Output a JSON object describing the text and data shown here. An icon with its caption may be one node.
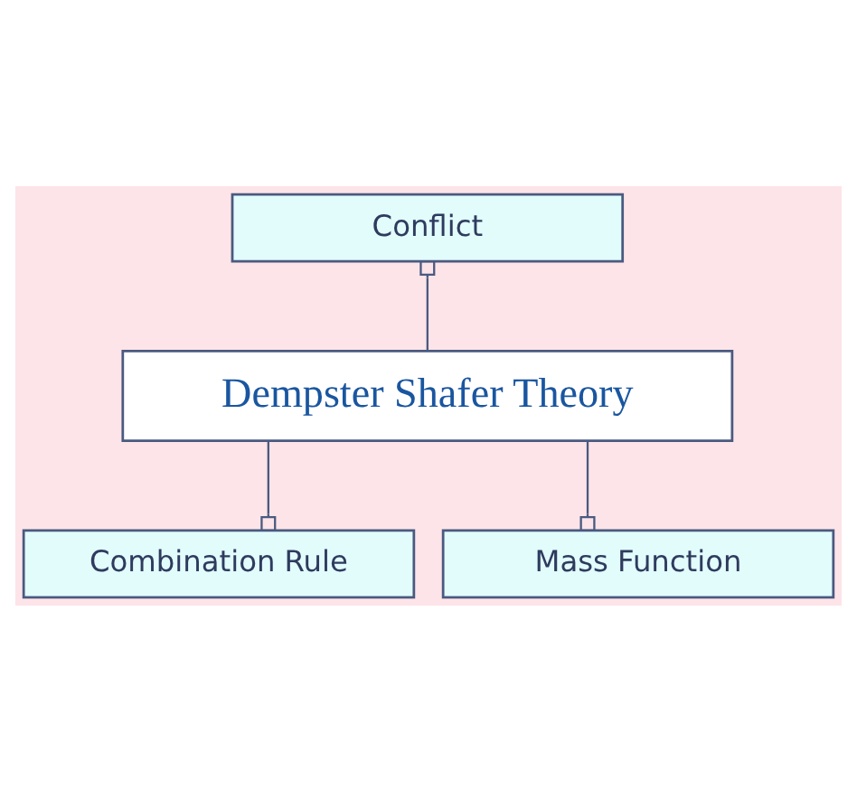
{
  "diagram": {
    "nodes": [
      {
        "text": [
          "Conflict"
        ]
      },
      {
        "text": [
          "Dempster Shafer Theory"
        ]
      },
      {
        "text": [
          "Combination Rule"
        ]
      },
      {
        "text": [
          "Mass Function"
        ]
      }
    ],
    "edges": [
      {
        "from": 1,
        "to": 0,
        "arrow": "other"
      },
      {
        "from": 1,
        "to": 2,
        "arrow": "other"
      },
      {
        "from": 1,
        "to": 3,
        "arrow": "other"
      }
    ]
  }
}
